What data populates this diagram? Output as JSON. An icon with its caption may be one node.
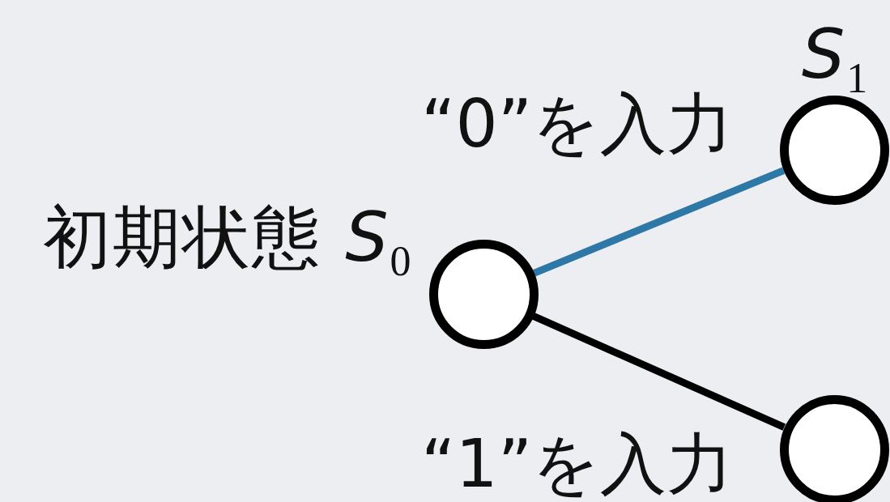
{
  "diagram": {
    "nodes": [
      {
        "text": [
          "初期状態 *S*$_{0}$"
        ]
      },
      {
        "text": [
          "*S*$_{1}$"
        ]
      },
      {
        "text": [],
        "shape": "circle"
      }
    ],
    "edges": [
      {
        "from": 0,
        "to": 1,
        "arrow": "none",
        "label": "“0”を入力",
        "color": "#2e78a8"
      },
      {
        "from": 0,
        "to": 2,
        "arrow": "none",
        "label": "“1”を入力",
        "color": "#000000"
      }
    ]
  }
}
